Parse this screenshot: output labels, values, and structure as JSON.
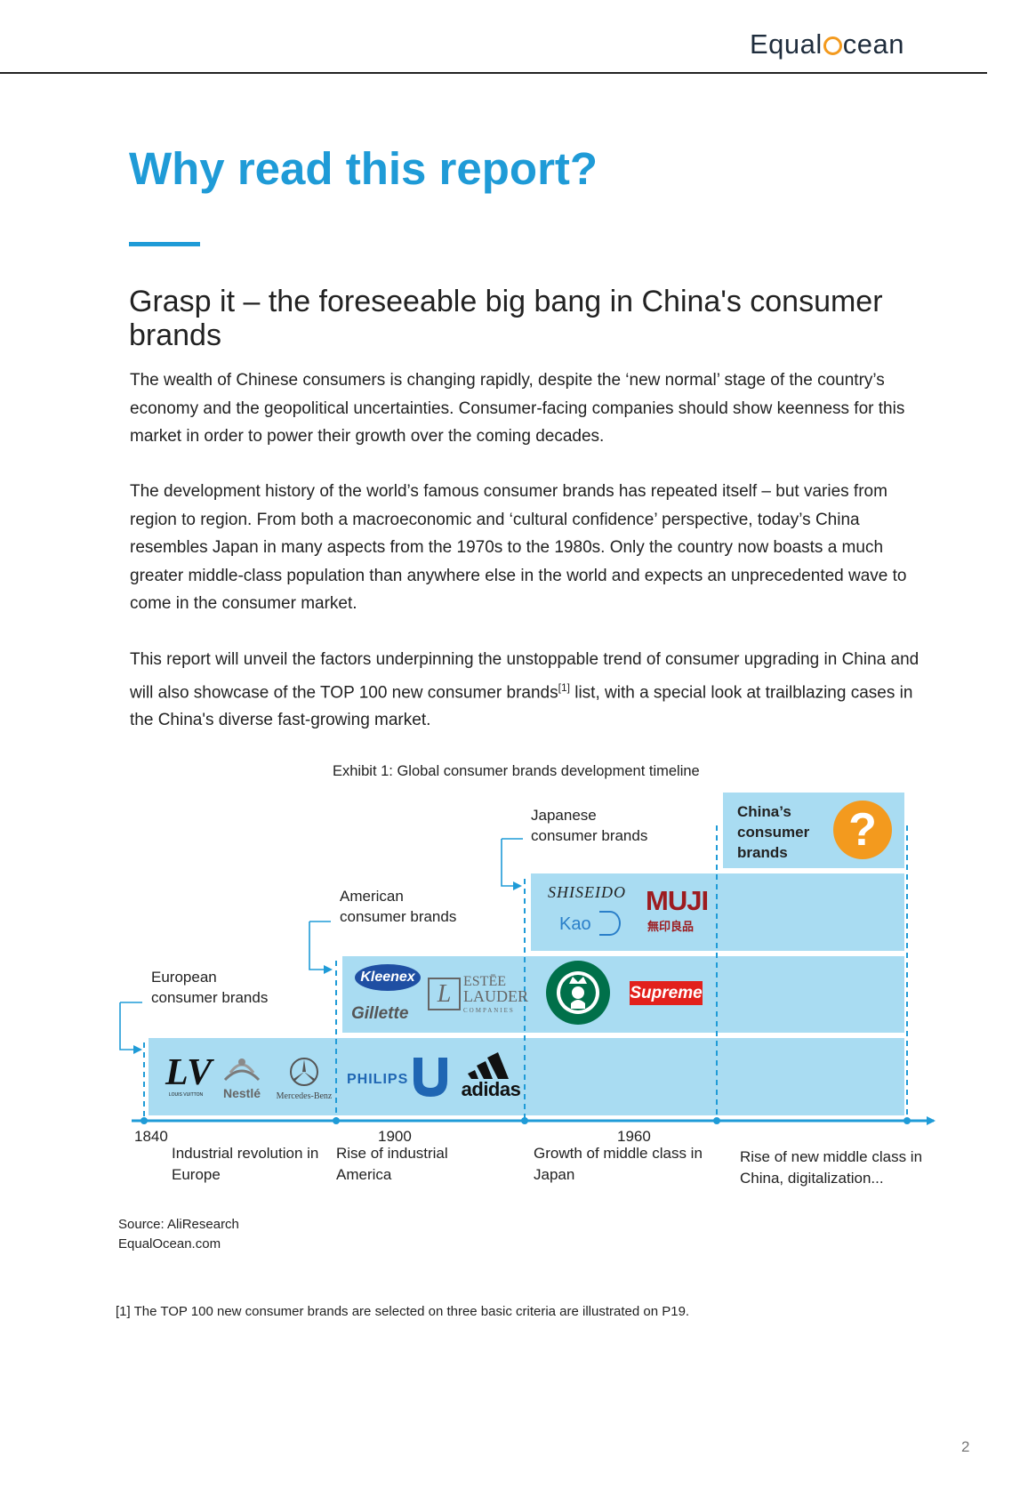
{
  "header": {
    "logo_prefix": "Equal",
    "logo_suffix": "cean"
  },
  "title": "Why read this report?",
  "subtitle": "Grasp it – the foreseeable big bang in China's consumer brands",
  "paragraphs": {
    "p1": "The wealth of Chinese consumers is changing rapidly, despite the ‘new normal’ stage of the country’s economy and the geopolitical uncertainties. Consumer-facing companies should show keenness for this market in order to power their growth over the coming decades.",
    "p2": "The development history of the world’s famous consumer brands has repeated itself – but varies from region to region. From both a macroeconomic and ‘cultural confidence’ perspective, today’s China resembles Japan in many aspects from the 1970s to the 1980s. Only the country now boasts a much greater middle-class population than anywhere else in the world and expects an unprecedented wave to come in the consumer market.",
    "p3_before": "This report will unveil the factors underpinning the unstoppable trend of consumer upgrading in China and will also showcase of the TOP 100 new consumer brands",
    "p3_sup": "[1]",
    "p3_after": " list, with a special look at trailblazing cases in the China's diverse fast-growing market."
  },
  "exhibit": {
    "title": "Exhibit 1: Global consumer brands development timeline",
    "eras": {
      "europe": "European consumer brands",
      "america": "American consumer brands",
      "japan": "Japanese consumer brands",
      "china": "China’s consumer brands"
    },
    "years": {
      "y1840": "1840",
      "y1900": "1900",
      "y1960": "1960"
    },
    "descriptions": {
      "d1": "Industrial revolution in Europe",
      "d2": "Rise of industrial America",
      "d3": "Growth of middle class in Japan",
      "d4": "Rise of new middle class in China, digitalization..."
    },
    "brands": {
      "lv": "LV",
      "lv_sub": "LOUIS VUITTON",
      "nestle": "Nestlé",
      "mercedes": "Mercedes-Benz",
      "philips": "PHILIPS",
      "adidas": "adidas",
      "kleenex": "Kleenex",
      "gillette": "Gillette",
      "estee1": "ESTĒE",
      "estee2": "LAUDER",
      "estee3": "COMPANIES",
      "starbucks": "STARBUCKS",
      "supreme": "Supreme",
      "shiseido": "SHISEIDO",
      "kao": "Kao",
      "muji": "MUJI",
      "muji_jp": "無印良品"
    },
    "question_mark": "?",
    "colors": {
      "block": "#a9dcf2",
      "arrow": "#1f9bd7",
      "question": "#f39a1e"
    }
  },
  "source": {
    "line1": "Source: AliResearch",
    "line2": "EqualOcean.com"
  },
  "footnote": "[1] The TOP 100 new consumer brands are selected on three basic criteria are illustrated on P19.",
  "page_number": "2"
}
